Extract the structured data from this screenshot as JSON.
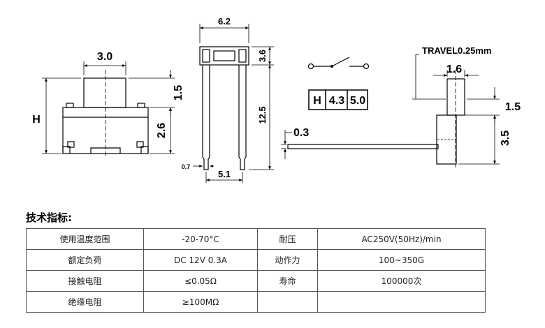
{
  "front_view": {
    "width_label": "3.0",
    "height_label": "H",
    "cap_height_label": "1.5",
    "body_height_label": "2.6"
  },
  "top_view": {
    "width_label": "6.2",
    "top_label": "3.6",
    "lead_length_label": "12.5",
    "lead_width_label": "0.7",
    "pitch_label": "5.1"
  },
  "height_table": {
    "header": "H",
    "values": [
      "4.3",
      "5.0"
    ]
  },
  "side_view": {
    "travel_label": "TRAVEL0.25mm",
    "stem_width_label": "1.6",
    "stem_height_label": "1.5",
    "body_height_label": "3.5",
    "lead_thickness_label": "0.3"
  },
  "specs": {
    "title": "技术指标:",
    "rows": [
      [
        "使用温度范围",
        "-20-70°C",
        "耐压",
        "AC250V(50Hz)/min"
      ],
      [
        "额定负荷",
        "DC 12V 0.3A",
        "动作力",
        "100~350G"
      ],
      [
        "接触电阻",
        "≤0.05Ω",
        "寿命",
        "100000次"
      ],
      [
        "绝缘电阻",
        "≥100MΩ",
        "",
        ""
      ]
    ]
  }
}
